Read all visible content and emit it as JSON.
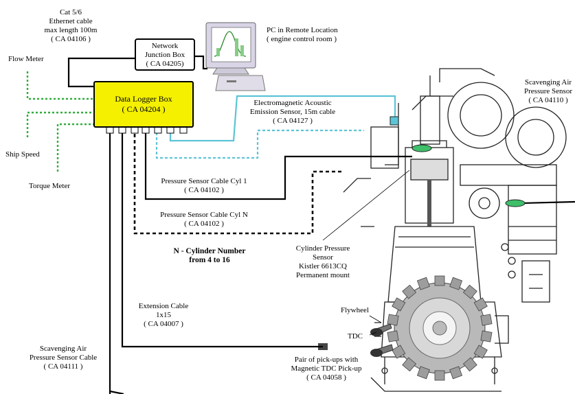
{
  "labels": {
    "ethernet": [
      "Cat 5/6",
      "Ethernet cable",
      "max length 100m",
      "( CA 04106 )"
    ],
    "junction": [
      "Network",
      "Junction Box",
      "( CA 04205)"
    ],
    "pc": [
      "PC in Remote Location",
      "( engine control room )"
    ],
    "logger": [
      "Data Logger Box",
      "( CA 04204 )"
    ],
    "flow_meter": "Flow Meter",
    "ship_speed": "Ship Speed",
    "torque_meter": "Torque Meter",
    "acoustic": [
      "Electromagnetic Acoustic",
      "Emission Sensor, 15m cable",
      "( CA 04127 )"
    ],
    "scav_sensor": [
      "Scavenging Air",
      "Pressure Sensor",
      "( CA 04110 )"
    ],
    "cyl1": [
      "Pressure Sensor Cable Cyl 1",
      "( CA 04102 )"
    ],
    "cyln": [
      "Pressure Sensor Cable Cyl N",
      "( CA 04102 )"
    ],
    "ncyl": [
      "N - Cylinder Number",
      "from 4 to 16"
    ],
    "cyl_sensor": [
      "Cylinder Pressure",
      "Sensor",
      "Kistler 6613CQ",
      "Permanent mount"
    ],
    "extension": [
      "Extension Cable",
      "1x15",
      "( CA 04007 )"
    ],
    "flywheel": "Flywheel",
    "tdc": "TDC",
    "pickups": [
      "Pair of pick-ups with",
      "Magnetic TDC Pick-up",
      "( CA 04058 )"
    ],
    "scav_cable": [
      "Scavenging Air",
      "Pressure Sensor Cable",
      "( CA 04111 )"
    ]
  },
  "colors": {
    "logger_fill": "#f4f000",
    "acoustic_cable": "#5bc4d6",
    "meter_cable": "#2fae3a",
    "sensor_green": "#3fbf6a",
    "engine_line": "#222222"
  }
}
